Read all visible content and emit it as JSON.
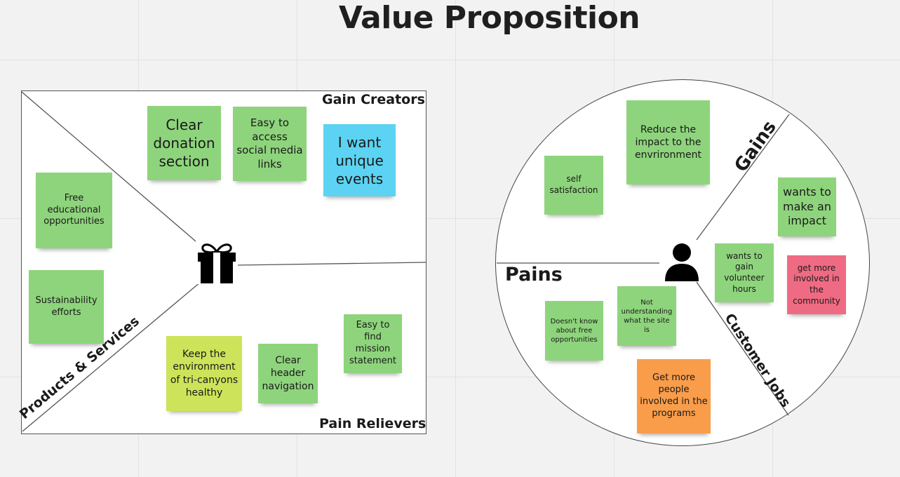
{
  "title": "Value Proposition",
  "colors": {
    "green": "#8ed47c",
    "lime": "#cde35a",
    "blue": "#5cd3f2",
    "pink": "#ef6b83",
    "orange": "#f99d4a"
  },
  "value_map": {
    "labels": {
      "gain_creators": "Gain Creators",
      "pain_relievers": "Pain Relievers",
      "products_services": "Products & Services"
    },
    "center_icon": "gift-icon",
    "notes": [
      {
        "text": "Clear donation section",
        "color": "green"
      },
      {
        "text": "Easy to access social media links",
        "color": "green"
      },
      {
        "text": "I want unique events",
        "color": "blue"
      },
      {
        "text": "Free educational opportunities",
        "color": "green"
      },
      {
        "text": "Sustainability efforts",
        "color": "green"
      },
      {
        "text": "Keep the environment of tri-canyons healthy",
        "color": "lime"
      },
      {
        "text": "Clear header navigation",
        "color": "green"
      },
      {
        "text": "Easy to find mission statement",
        "color": "green"
      }
    ]
  },
  "customer_profile": {
    "labels": {
      "gains": "Gains",
      "pains": "Pains",
      "customer_jobs": "Customer Jobs"
    },
    "center_icon": "person-icon",
    "notes": [
      {
        "text": "self satisfaction",
        "color": "green"
      },
      {
        "text": "Reduce the impact to the envrironment",
        "color": "green"
      },
      {
        "text": "wants to make an impact",
        "color": "green"
      },
      {
        "text": "wants to gain volunteer hours",
        "color": "green"
      },
      {
        "text": "get more involved in the community",
        "color": "pink"
      },
      {
        "text": "Doesn't know about free opportunities",
        "color": "green"
      },
      {
        "text": "Not understanding what the site is",
        "color": "green"
      },
      {
        "text": "Get more people involved in the programs",
        "color": "orange"
      }
    ]
  }
}
